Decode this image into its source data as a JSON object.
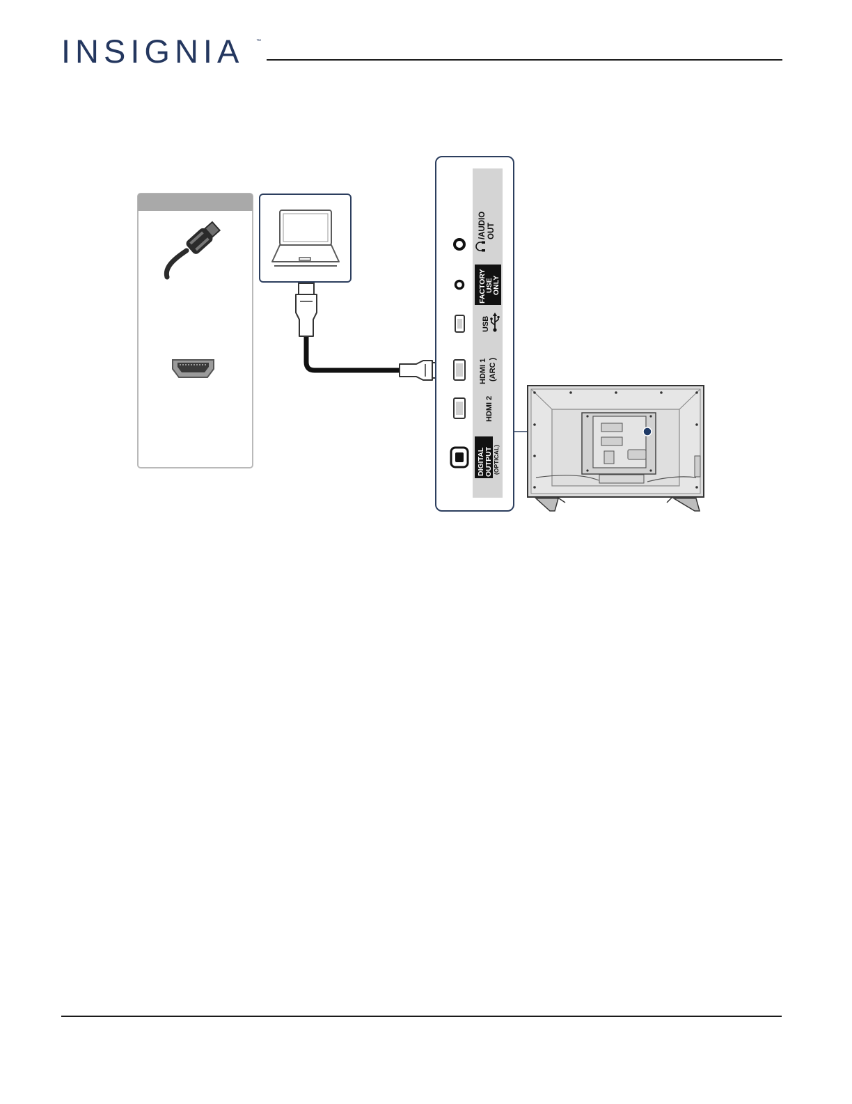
{
  "brand": {
    "logo": "INSIGNIA",
    "trademark": "™"
  },
  "colors": {
    "brand": "#24375f",
    "panel_border": "#2c3e5e",
    "strip": "#d4d4d4",
    "callout_dot": "#1f3a66"
  },
  "diagram": {
    "ports": [
      {
        "id": "audio-out",
        "line1": "/AUDIO",
        "line2": "OUT",
        "icon": "headphone-icon",
        "jack": "round"
      },
      {
        "id": "factory",
        "line1": "FACTORY",
        "line2": "USE",
        "line3": "ONLY",
        "jack": "round"
      },
      {
        "id": "usb",
        "line1": "USB",
        "icon": "usb-icon",
        "jack": "usb"
      },
      {
        "id": "hdmi1",
        "line1": "HDMI 1",
        "line2": "(ARC )",
        "jack": "hdmi"
      },
      {
        "id": "hdmi2",
        "line1": "HDMI 2",
        "jack": "hdmi"
      },
      {
        "id": "optical",
        "line1": "DIGITAL",
        "line2": "OUTPUT",
        "line3": "(OPTICAL)",
        "jack": "optical"
      }
    ],
    "legend_icons": [
      "hdmi-cable-plug-icon",
      "hdmi-port-icon"
    ],
    "device_icon": "laptop-icon",
    "tv_icon": "tv-back-icon"
  }
}
